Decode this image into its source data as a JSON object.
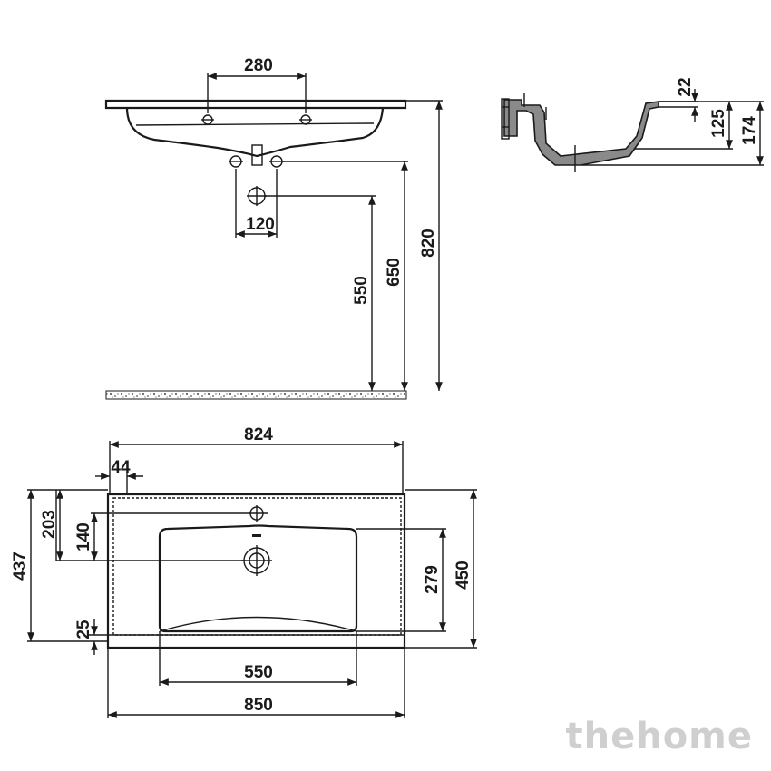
{
  "dimensions": {
    "tap_hole_spacing": "280",
    "drain_spacing": "120",
    "drain_height": "550",
    "pipe_height": "650",
    "total_height": "820",
    "side_22": "22",
    "side_125": "125",
    "side_174": "174",
    "plan_824": "824",
    "plan_44": "44",
    "plan_203": "203",
    "plan_140": "140",
    "plan_437": "437",
    "plan_25": "25",
    "plan_279": "279",
    "plan_450": "450",
    "bowl_width": "550",
    "overall_width": "850"
  },
  "watermark": "thehome",
  "colors": {
    "line": "#1a1a1a",
    "watermark": "#cfcfcf",
    "section_fill": "#8a8a8a"
  }
}
